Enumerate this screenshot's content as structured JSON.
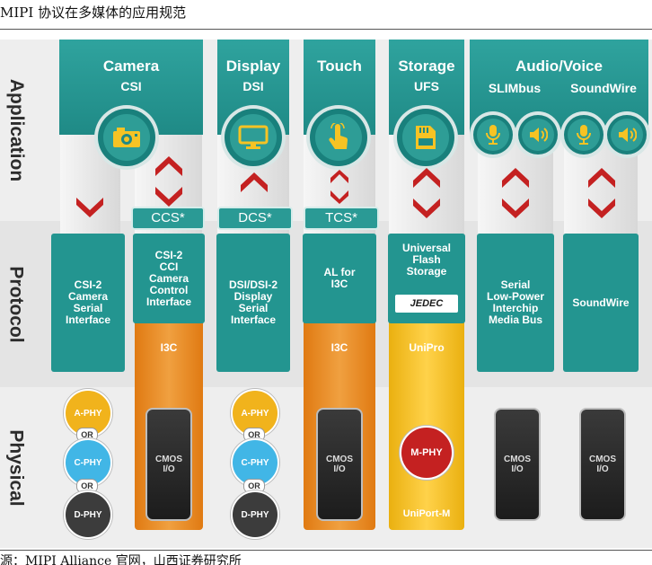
{
  "title": "MIPI 协议在多媒体的应用规范",
  "source": "源：MIPI Alliance 官网，山西证券研究所",
  "layers": {
    "application": "Application",
    "protocol": "Protocol",
    "physical": "Physical"
  },
  "columns": {
    "camera": {
      "name": "Camera",
      "sub": "CSI",
      "icon": "camera-icon"
    },
    "display": {
      "name": "Display",
      "sub": "DSI",
      "icon": "monitor-icon"
    },
    "touch": {
      "name": "Touch",
      "icon": "touch-hand-icon"
    },
    "storage": {
      "name": "Storage",
      "sub": "UFS",
      "icon": "sd-card-icon"
    },
    "audio": {
      "name": "Audio/Voice",
      "sub1": "SLIMbus",
      "sub2": "SoundWire",
      "icons": [
        "microphone-icon",
        "speaker-icon"
      ]
    }
  },
  "command_sets": {
    "ccs": "CCS*",
    "dcs": "DCS*",
    "tcs": "TCS*"
  },
  "protocol": {
    "csi2": "CSI-2\nCamera\nSerial\nInterface",
    "cci": "CSI-2\nCCI\nCamera\nControl\nInterface",
    "dsi": "DSI/DSI-2\nDisplay\nSerial\nInterface",
    "al": "AL for\nI3C",
    "ufs": "Universal\nFlash\nStorage",
    "jedec": "JEDEC",
    "slimbus": "Serial\nLow-Power\nInterchip\nMedia Bus",
    "soundwire": "SoundWire"
  },
  "transport": {
    "i3c_a": "I3C",
    "i3c_b": "I3C",
    "unipro": "UniPro"
  },
  "physical": {
    "aphy": "A-PHY",
    "cphy": "C-PHY",
    "dphy": "D-PHY",
    "or": "OR",
    "cmos": "CMOS\nI/O",
    "mphy": "M-PHY",
    "uniport": "UniPort-M"
  },
  "colors": {
    "teal": "#2a9a95",
    "orange": "#e98a1e",
    "yellow": "#f5c02c",
    "red": "#c42121",
    "aphy": "#f1b31c",
    "cphy": "#41b6e6",
    "dphy": "#3c3c3c"
  }
}
